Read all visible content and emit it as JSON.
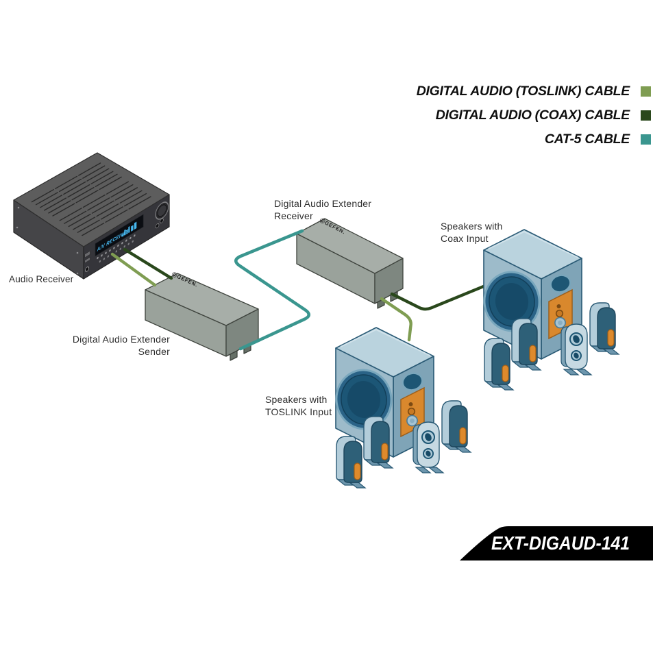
{
  "legend": {
    "items": [
      {
        "id": "toslink",
        "label": "DIGITAL AUDIO (TOSLINK) CABLE",
        "color": "#7f9d52"
      },
      {
        "id": "coax",
        "label": "DIGITAL AUDIO (COAX) CABLE",
        "color": "#2a481c"
      },
      {
        "id": "cat5",
        "label": "CAT-5 CABLE",
        "color": "#3a968f"
      }
    ]
  },
  "labels": {
    "audio_receiver": "Audio Receiver",
    "extender_sender": {
      "line1": "Digital Audio Extender",
      "line2": "Sender"
    },
    "extender_receiver": {
      "line1": "Digital Audio Extender",
      "line2": "Receiver"
    },
    "coax_speakers": {
      "line1": "Speakers with",
      "line2": "Coax Input"
    },
    "toslink_speakers": {
      "line1": "Speakers with",
      "line2": "TOSLINK Input"
    }
  },
  "devices": {
    "av_receiver_display": "A/V RECEIVER",
    "extender_brand": "ⒼGEFEN."
  },
  "banner": {
    "model": "EXT-DIGAUD-141"
  },
  "colors": {
    "toslink_cable": "#7f9d52",
    "coax_cable": "#2a481c",
    "cat5_cable": "#3a968f"
  }
}
